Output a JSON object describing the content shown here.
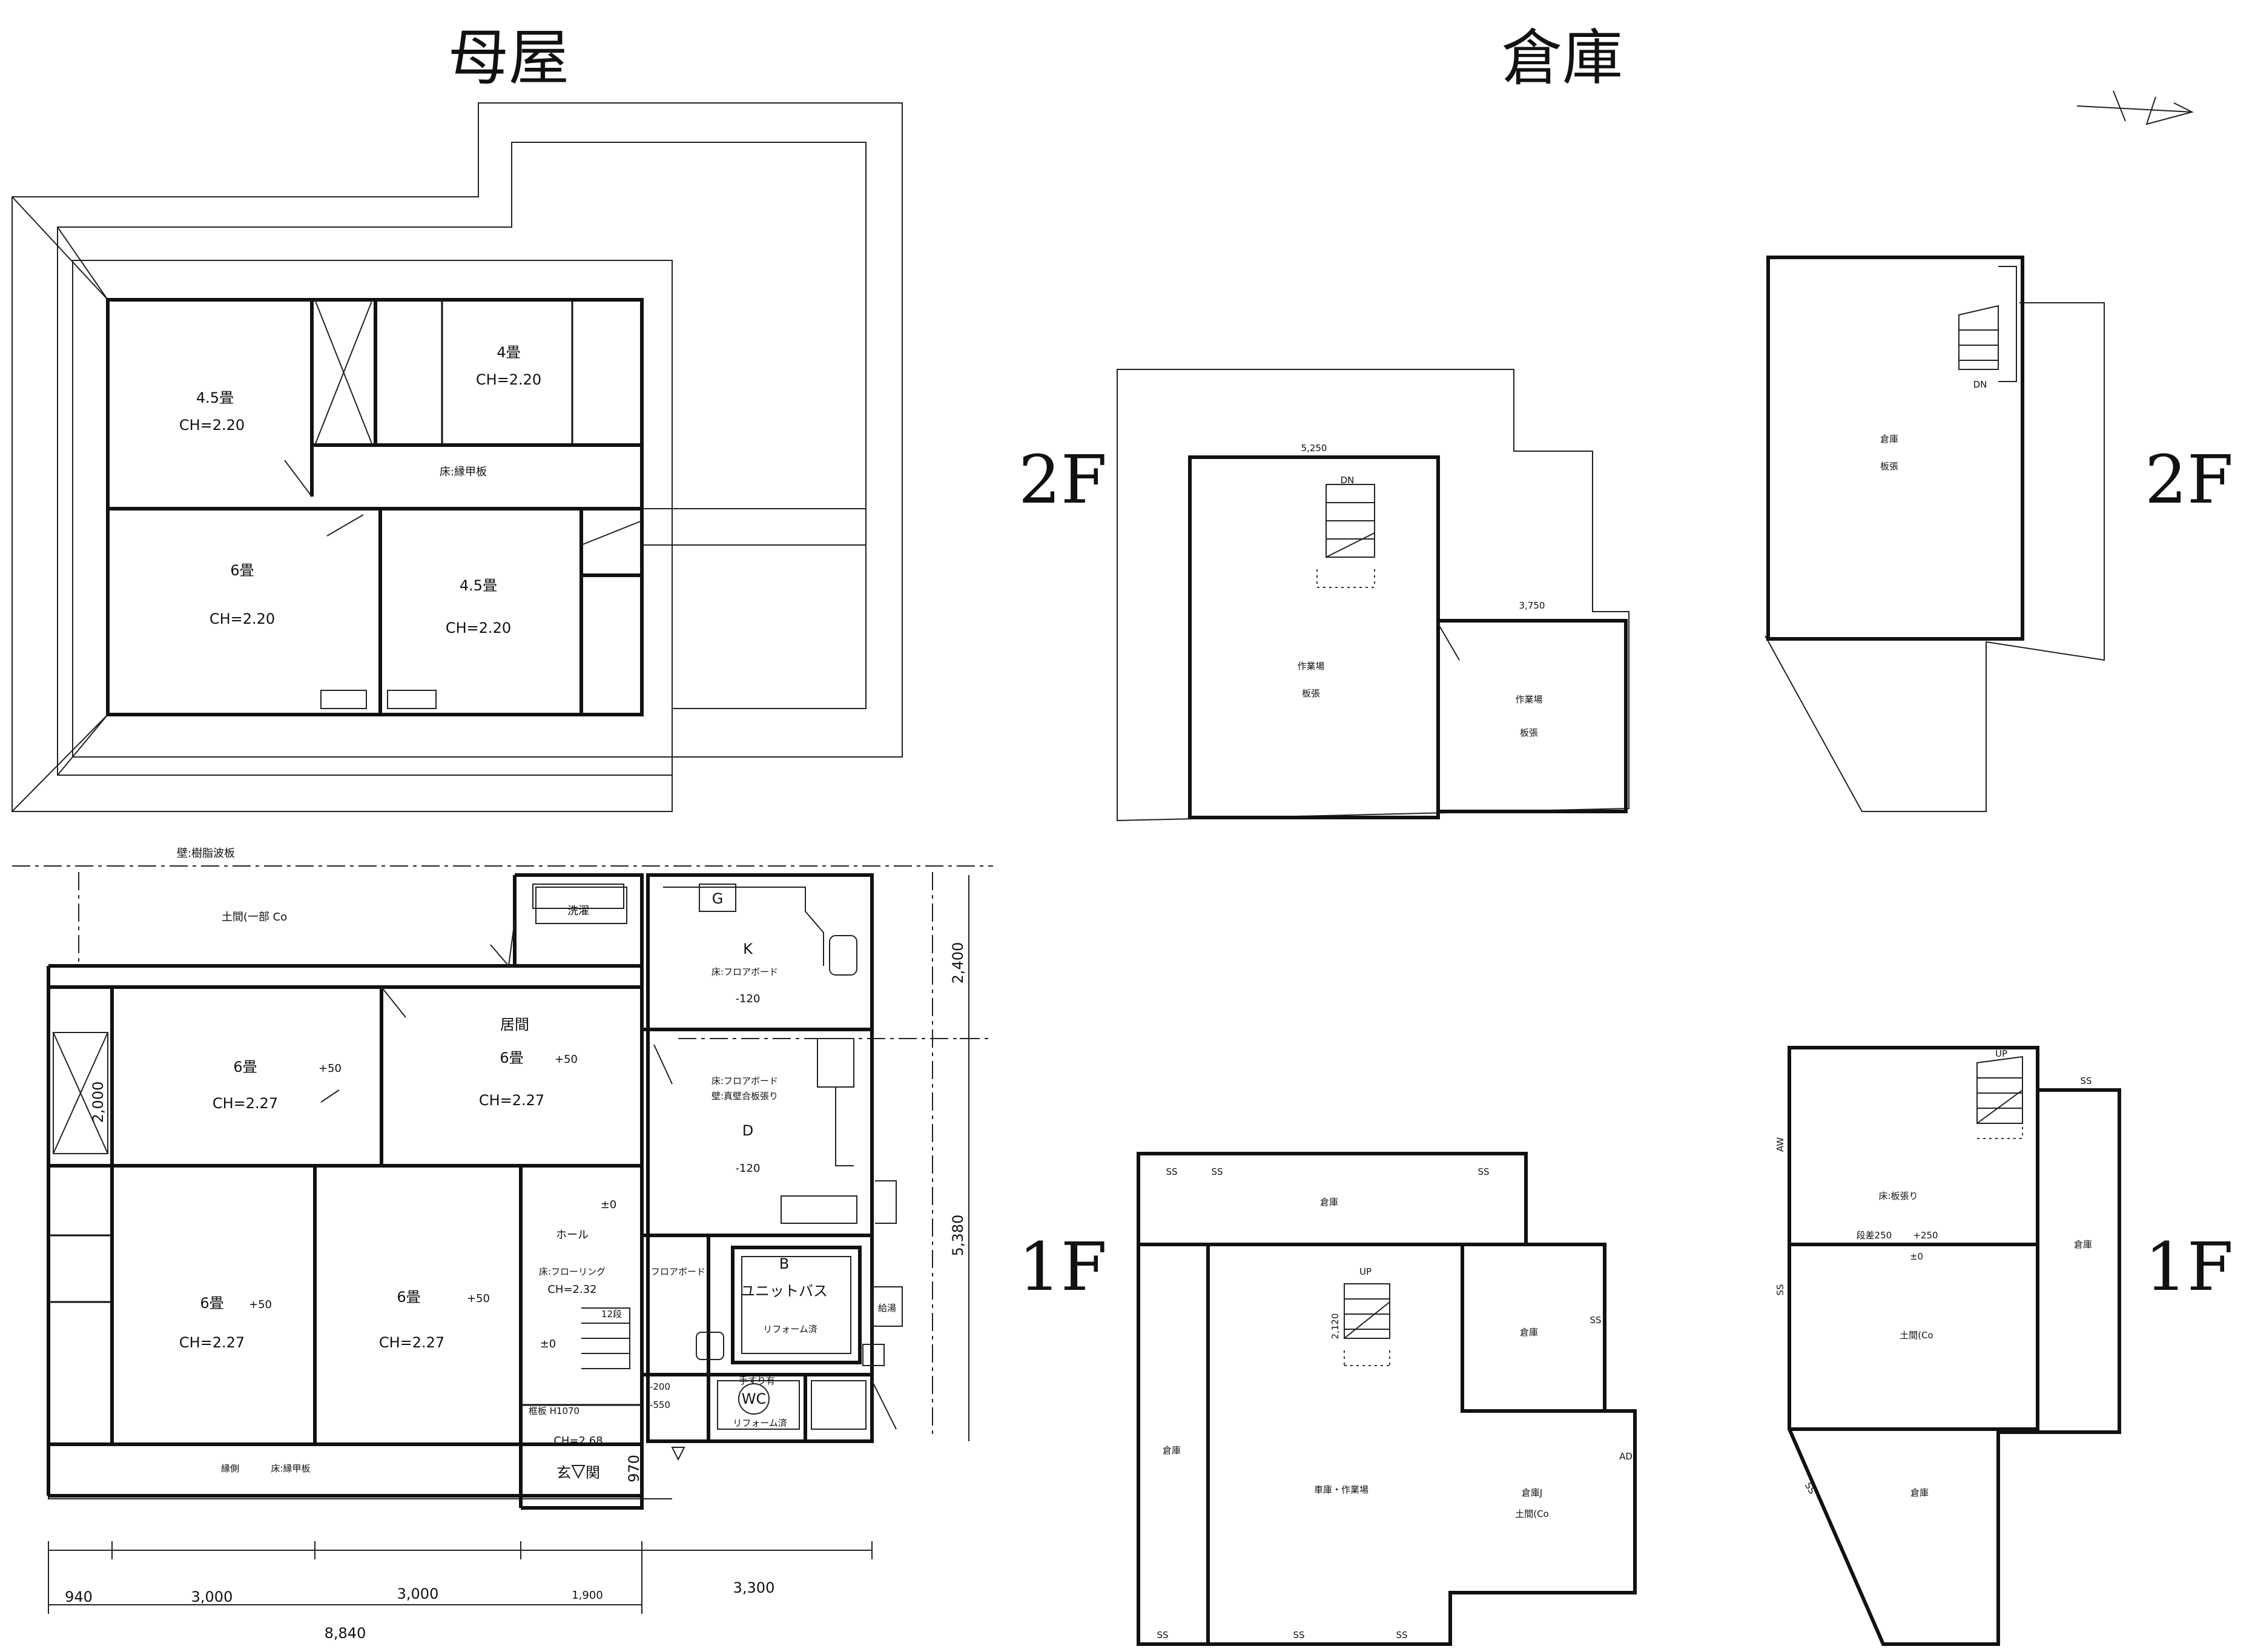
{
  "headings": {
    "main_house": "母屋",
    "warehouse": "倉庫"
  },
  "floor_labels": {
    "upper": "2F",
    "lower": "1F"
  },
  "main_house_2f": {
    "rooms": [
      {
        "name": "4.5畳",
        "ch": "CH=2.20"
      },
      {
        "name": "4畳",
        "ch": "CH=2.20"
      },
      {
        "name": "6畳",
        "ch": "CH=2.20"
      },
      {
        "name": "4.5畳",
        "ch": "CH=2.20"
      }
    ],
    "corridor": "床:縁甲板"
  },
  "main_house_1f": {
    "wall_note": "壁:樹脂波板",
    "doma": "土間(一部 Co",
    "laundry": "洗濯",
    "gas": "G",
    "kitchen": {
      "name": "K",
      "floor": "床:フロアボード",
      "level": "-120"
    },
    "dining": {
      "name": "D",
      "floor": "床:フロアボード",
      "wall": "壁:真壁合板張り",
      "level": "-120"
    },
    "living": {
      "name": "居間",
      "mat": "6畳",
      "plus": "+50",
      "ch": "CH=2.27"
    },
    "tatami": [
      {
        "mat": "6畳",
        "plus": "+50",
        "ch": "CH=2.27"
      },
      {
        "mat": "6畳",
        "plus": "+50",
        "ch": "CH=2.27"
      },
      {
        "mat": "6畳",
        "plus": "+50",
        "ch": "CH=2.27"
      }
    ],
    "hall": {
      "name": "ホール",
      "floor": "床:フローリング",
      "ch": "CH=2.32",
      "zero1": "±0",
      "zero2": "±0",
      "step": "12段"
    },
    "flooring": "フロアボード",
    "bath": {
      "label": "B",
      "name": "ユニットバス",
      "note": "リフォーム済"
    },
    "toilet": {
      "rail": "手すり有",
      "name": "WC",
      "note": "リフォーム済"
    },
    "level_a": "-200",
    "level_b": "-550",
    "step_board": "框板 H1070",
    "entrance": {
      "ch": "CH=2.68",
      "name": "玄　関"
    },
    "veranda": {
      "name": "縁側",
      "floor": "床:縁甲板"
    },
    "side_label": "給湯",
    "dims": {
      "d2000": "2,000",
      "d2400": "2,400",
      "d5380": "5,380",
      "d970": "970",
      "d940": "940",
      "d3000a": "3,000",
      "d3000b": "3,000",
      "d1900": "1,900",
      "d3300": "3,300",
      "d8840": "8,840"
    }
  },
  "warehouse_a": {
    "f2": {
      "dim_a": "5,250",
      "dim_b": "3,750",
      "stair": "DN",
      "work1": "作業場",
      "work1_floor": "板張",
      "work2": "作業場",
      "work2_floor": "板張"
    },
    "f1": {
      "storage_top": "倉庫",
      "stair": "UP",
      "dim": "2,120",
      "storage_right": "倉庫",
      "storage_left": "倉庫",
      "garage": "車庫・作業場",
      "storage_doma": "倉庫J",
      "doma_co": "土間(Co",
      "ss": "SS",
      "ad": "AD"
    }
  },
  "warehouse_b": {
    "f2": {
      "stair": "DN",
      "name": "倉庫",
      "floor": "板張"
    },
    "f1": {
      "stair": "UP",
      "floor": "床:板張り",
      "step_diff": "段差250",
      "plus": "+250",
      "zero": "±0",
      "doma": "土間(Co",
      "storage_side": "倉庫",
      "storage_bottom": "倉庫",
      "ss": "SS",
      "aw": "AW"
    }
  }
}
